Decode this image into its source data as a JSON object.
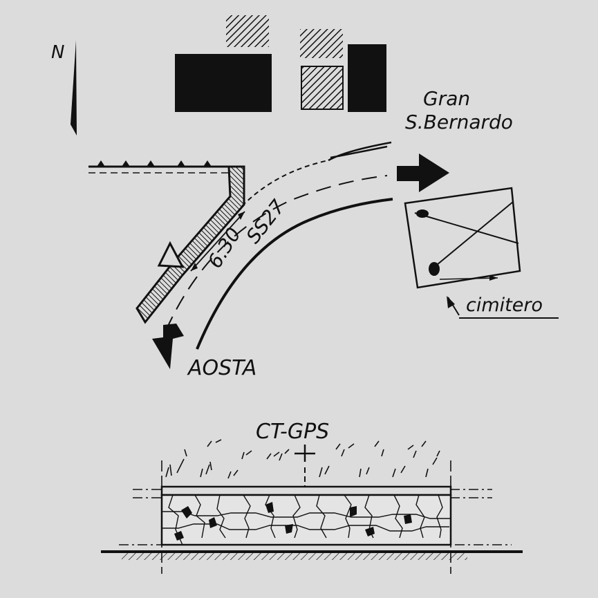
{
  "north_label": "N",
  "destinations": {
    "north_east": "Gran\nS.Bernardo",
    "south_west": "AOSTA"
  },
  "road": {
    "name": "SS27",
    "width": "6.30"
  },
  "landmark": "cimitero",
  "point_marker": "CT-GPS",
  "colors": {
    "background": "#dcdcdc",
    "ink": "#111111"
  }
}
